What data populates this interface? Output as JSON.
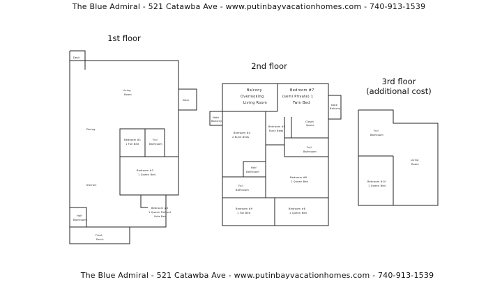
{
  "header": {
    "top_text": "The Blue Admiral - 521 Catawba Ave - www.putinbayvacationhomes.com - 740-913-1539",
    "bottom_text": "The Blue Admiral - 521 Catawba Ave - www.putinbayvacationhomes.com - 740-913-1539"
  },
  "floors": {
    "first": {
      "label": "1st floor",
      "rooms": {
        "deck_top": "Deck",
        "living_room_1": "Living",
        "living_room_2": "Room",
        "deck_side": "Deck",
        "dining": "Dining",
        "bed1_a": "Bedroom #1",
        "bed1_b": "1 Full Bed",
        "full_bath_a": "Full",
        "full_bath_b": "Bathroom",
        "bed2_a": "Bedroom #2",
        "bed2_b": "1 Queen Bed",
        "kitchen": "Kitchen",
        "half_bath_a": "Half",
        "half_bath_b": "Bathroom",
        "bed3_a": "Bedroom #3",
        "bed3_b": "1 Queen Pull out",
        "bed3_c": "Sofa Bed",
        "porch_a": "Front",
        "porch_b": "Porch"
      }
    },
    "second": {
      "label": "2nd floor",
      "rooms": {
        "balcony_a": "Balcony",
        "balcony_b": "Overlooking",
        "balcony_c": "Living Room",
        "bed7_a": "Bedroom #7",
        "bed7_b": "(semi Private) 1",
        "bed7_c": "Twin Bed",
        "note_right_a": "Note",
        "note_right_b": "Balcony",
        "note_left_a": "Note",
        "note_left_b": "Balcony",
        "bed4_a": "Bedroom #4",
        "bed4_b": "2 Bunk Beds",
        "bed5_a": "Bedroom #5",
        "bed5_b": "Bunk Beds",
        "closet_a": "Closet",
        "closet_b": "Space",
        "full_bath1_a": "Full",
        "full_bath1_b": "Bathroom",
        "half_bath_a": "Half",
        "half_bath_b": "Bathroom",
        "bed6_a": "Bedroom #6",
        "bed6_b": "1 Queen Bed",
        "full_bath2_a": "Full",
        "full_bath2_b": "Bathroom",
        "bed9_a": "Bedroom #9",
        "bed9_b": "1 Full Bed",
        "bed8_a": "Bedroom #8",
        "bed8_b": "1 Queen Bed"
      }
    },
    "third": {
      "label_a": "3rd floor",
      "label_b": "(additional cost)",
      "rooms": {
        "full_bath_a": "Full",
        "full_bath_b": "Bathroom",
        "living_a": "Living",
        "living_b": "Room",
        "bed10_a": "Bedroom #10",
        "bed10_b": "1 Queen Bed"
      }
    }
  }
}
